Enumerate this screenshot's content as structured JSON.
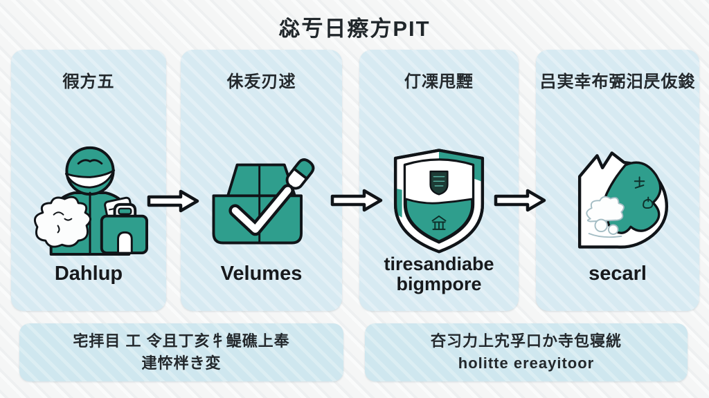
{
  "title": "惢亐日瘵方PIT",
  "colors": {
    "teal": "#2f9e8d",
    "panel_bg": "#d7eaf2",
    "footer_bg": "#cfe7ef",
    "page_bg": "#f5f6f6",
    "ink": "#17191c"
  },
  "panels": [
    {
      "header": "徦方五",
      "label": "Dahlup",
      "icon": "masked-worker-bag-briefcase-icon"
    },
    {
      "header": "佅叐刃逑",
      "label": "Velumes",
      "icon": "box-checkmark-marker-icon"
    },
    {
      "header": "仃凓甩黫",
      "label": "tiresandiabe bigmpore",
      "icon": "shield-emblem-icon"
    },
    {
      "header": "吕実幸布弻汨昃伖鋑",
      "label": "secarl",
      "icon": "badge-blob-sketch-icon"
    }
  ],
  "footers": [
    {
      "line1": "宅拝目 工 令且丁亥牜鳀礁上奉",
      "line2": "䢖㤒柈き変"
    },
    {
      "line1": "夻习力上宄孚口か寺包寝絖",
      "line2": "holitte ereayitoor"
    }
  ]
}
